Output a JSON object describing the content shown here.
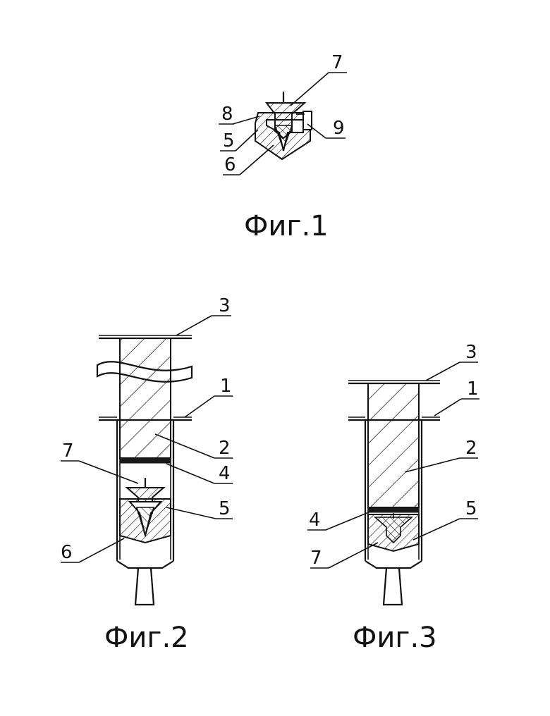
{
  "figures": [
    {
      "caption": "Фиг.1",
      "labels": [
        "7",
        "8",
        "5",
        "6",
        "9"
      ]
    },
    {
      "caption": "Фиг.2",
      "labels": [
        "3",
        "1",
        "2",
        "4",
        "7",
        "5",
        "6"
      ]
    },
    {
      "caption": "Фиг.3",
      "labels": [
        "3",
        "1",
        "2",
        "4",
        "5",
        "7"
      ]
    }
  ]
}
